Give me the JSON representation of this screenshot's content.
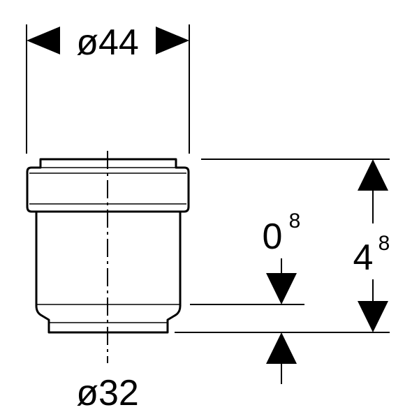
{
  "dimensions": {
    "top_diameter": "ø44",
    "bottom_diameter": "ø32",
    "height": {
      "main": "4",
      "sup": "8"
    },
    "offset": {
      "main": "0",
      "sup": "8"
    }
  }
}
